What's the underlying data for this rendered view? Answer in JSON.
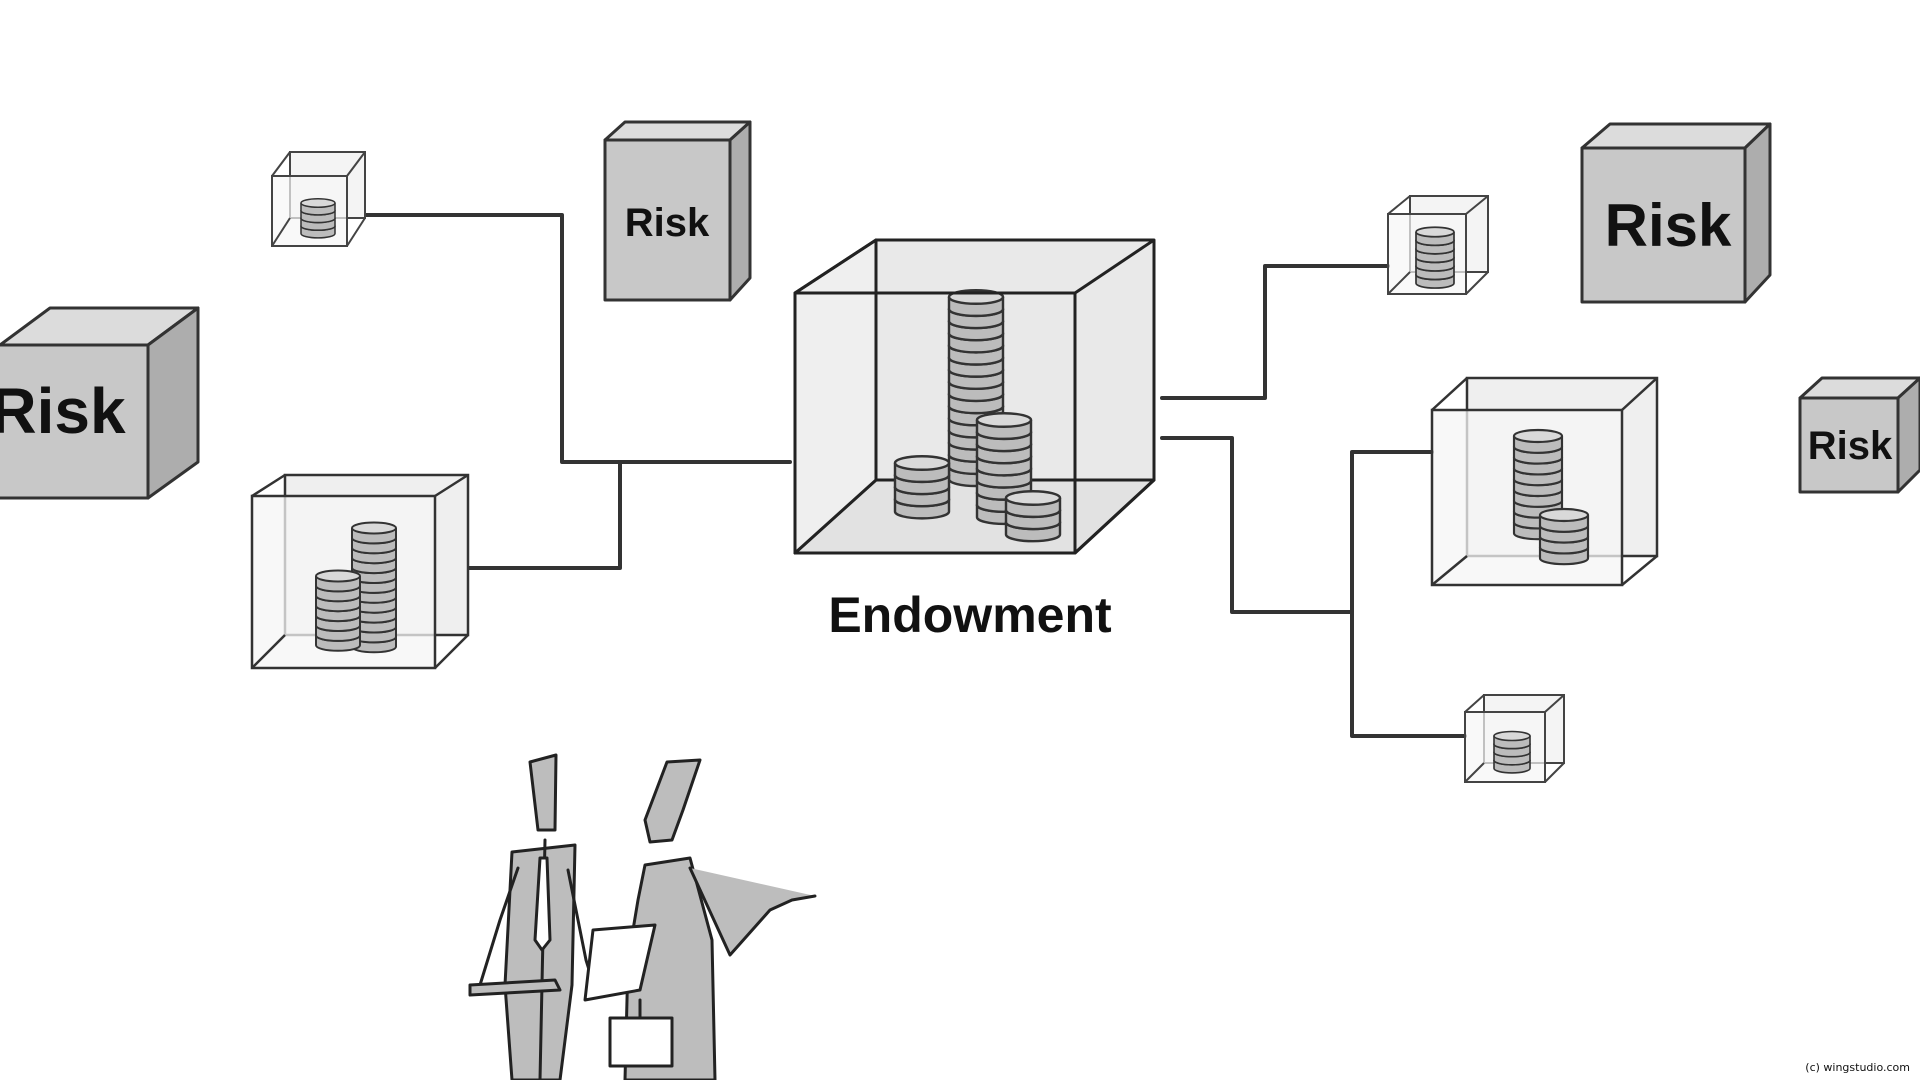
{
  "center_label": "Endowment",
  "risk_labels": [
    "Risk",
    "Risk",
    "Risk",
    "Risk"
  ],
  "credit": "(c) wingstudio.com",
  "colors": {
    "background": "#ffffff",
    "risk_face": "#c8c8c8",
    "risk_side": "#adadad",
    "risk_top": "#dcdcdc",
    "glass_face": "#f1f1f1",
    "coin": "#bcbcbc",
    "line": "#333333",
    "figure_fill": "#bdbdbd"
  }
}
